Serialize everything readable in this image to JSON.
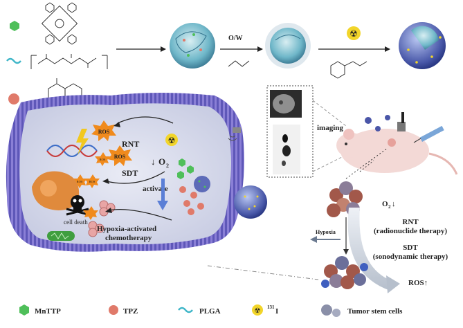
{
  "synthesis": {
    "step1_label": "O/W",
    "radionuclide_symbol": "☢"
  },
  "cell_panel": {
    "ros": "ROS",
    "ros_small": "ROS",
    "rnt": "RNT",
    "sdt": "SDT",
    "o2": "O",
    "o2_sub": "2",
    "o2_arrow": "↓",
    "activate": "activate",
    "cell_death": "cell death",
    "hypoxia_chemo_line1": "Hypoxia-activated",
    "hypoxia_chemo_line2": "chemotherapy"
  },
  "right_panel": {
    "imaging": "imaging",
    "o2": "O",
    "o2_sub": "2",
    "o2_arrow": "↓",
    "rnt": "RNT",
    "rnt_full": "(radionuclide therapy)",
    "sdt": "SDT",
    "sdt_full": "(sonodynamic therapy)",
    "ros_up": "ROS↑",
    "hypoxia": "Hypoxia"
  },
  "legend": {
    "items": [
      {
        "label": "MnTTP",
        "color": "#4fbf5a"
      },
      {
        "label": "TPZ",
        "color": "#e07a6a"
      },
      {
        "label": "PLGA",
        "color": "#3fb6c8"
      },
      {
        "label": "I",
        "sup": "131",
        "color": "#f2d52a"
      },
      {
        "label": "Tumor stem cells",
        "color": "#8a8fa8"
      }
    ]
  }
}
